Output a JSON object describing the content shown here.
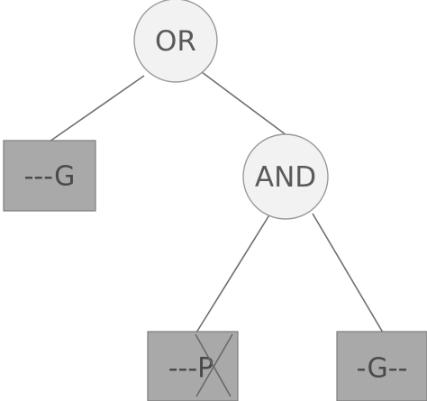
{
  "tree": {
    "root": {
      "label": "OR"
    },
    "leaf_left": {
      "label": "---G"
    },
    "and_node": {
      "label": "AND"
    },
    "leaf_middle": {
      "label": "---P",
      "crossed_out": true
    },
    "leaf_right": {
      "label": "-G--"
    }
  },
  "colors": {
    "circle_fill": "#f2f2f2",
    "box_fill": "#a9a9a9",
    "edge": "#6f6f6f",
    "text": "#5a5a5a"
  }
}
